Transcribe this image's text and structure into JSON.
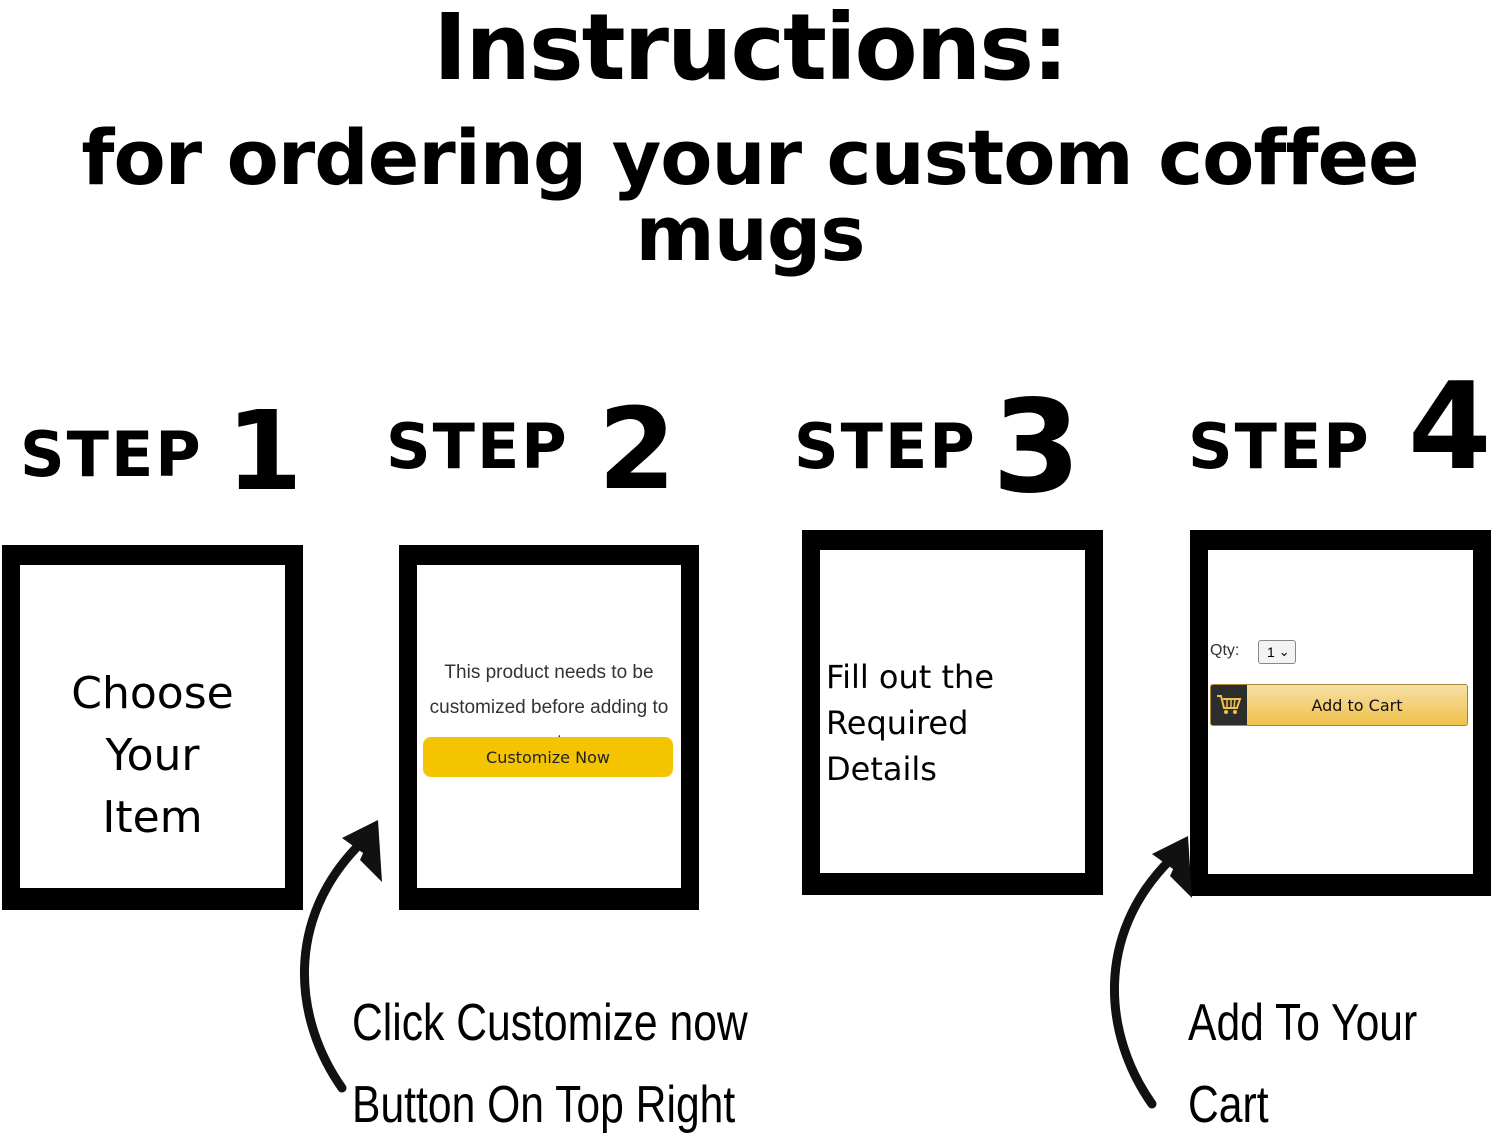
{
  "header": {
    "title": "Instructions:",
    "subtitle": "for ordering your custom coffee mugs"
  },
  "steps": [
    {
      "label": "STEP",
      "number": "1",
      "box_text": "Choose Your\nItem"
    },
    {
      "label": "STEP",
      "number": "2",
      "box_message": "This product needs to be\ncustomized before adding to cart.",
      "button_label": "Customize Now",
      "caption": "Click Customize now\nButton On Top Right"
    },
    {
      "label": "STEP",
      "number": "3",
      "box_text": "Fill out the\nRequired Details"
    },
    {
      "label": "STEP",
      "number": "4",
      "qty_label": "Qty:",
      "qty_value": "1",
      "cart_button_label": "Add to Cart",
      "caption": "Add To Your\nCart"
    }
  ],
  "icons": {
    "cart": "shopping-cart-icon",
    "arrow": "curved-arrow-icon",
    "dropdown": "chevron-down-icon"
  },
  "colors": {
    "customize_button": "#f5c400",
    "cart_button": "#f0c14b",
    "frame": "#000000"
  }
}
